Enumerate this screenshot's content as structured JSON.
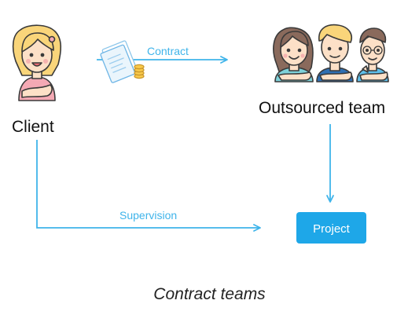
{
  "nodes": {
    "client": {
      "label": "Client"
    },
    "team": {
      "label": "Outsourced team"
    },
    "project": {
      "label": "Project"
    }
  },
  "edges": {
    "contract": {
      "label": "Contract"
    },
    "supervision": {
      "label": "Supervision"
    }
  },
  "caption": "Contract teams",
  "colors": {
    "arrow": "#3FB4EA",
    "project_fill": "#1EA7E8",
    "text": "#111111",
    "skin": "#FCE0C7",
    "blonde_hair": "#F9D57A",
    "brown_hair": "#8A6A5C",
    "outline": "#3A3A3A"
  },
  "icons": [
    "client-avatar-icon",
    "document-icon",
    "coins-icon",
    "team-woman-icon",
    "team-man-icon",
    "team-glasses-man-icon"
  ]
}
